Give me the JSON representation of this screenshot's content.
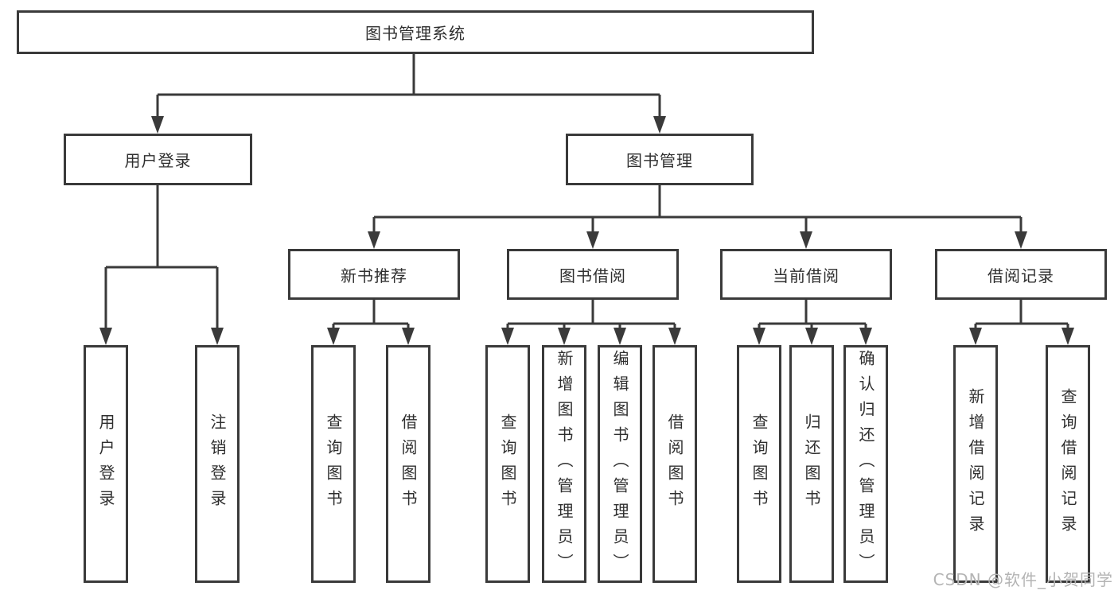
{
  "diagram": {
    "root": {
      "label": "图书管理系统"
    },
    "level1": [
      {
        "label": "用户登录"
      },
      {
        "label": "图书管理"
      }
    ],
    "level2": [
      {
        "label": "新书推荐"
      },
      {
        "label": "图书借阅"
      },
      {
        "label": "当前借阅"
      },
      {
        "label": "借阅记录"
      }
    ],
    "leaves": [
      {
        "label": "用户登录"
      },
      {
        "label": "注销登录"
      },
      {
        "label": "查询图书"
      },
      {
        "label": "借阅图书"
      },
      {
        "label": "查询图书"
      },
      {
        "label": "新增图书（管理员）"
      },
      {
        "label": "编辑图书（管理员）"
      },
      {
        "label": "借阅图书"
      },
      {
        "label": "查询图书"
      },
      {
        "label": "归还图书"
      },
      {
        "label": "确认归还（管理员）"
      },
      {
        "label": "新增借阅记录"
      },
      {
        "label": "查询借阅记录"
      }
    ]
  },
  "colors": {
    "line": "#3a3a3a",
    "text": "#2f2f2f",
    "background": "#ffffff",
    "watermark": "#b4b4b4"
  },
  "watermark": {
    "text": "CSDN @软件_小贺同学"
  }
}
